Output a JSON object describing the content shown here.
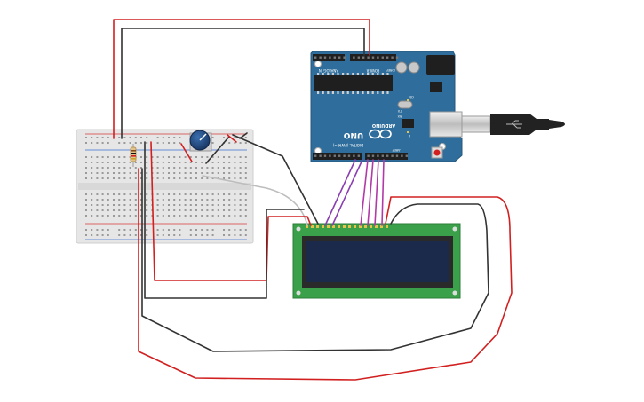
{
  "arduino": {
    "model_label": "UNO",
    "brand_label": "ARDUINO",
    "digital_label": "DIGITAL (PWM ~)",
    "analog_label": "ANALOG IN",
    "power_label": "POWER",
    "ioref_label": "IOREF",
    "tx_label": "TX",
    "rx_label": "RX",
    "l_label": "L",
    "on_label": "ON",
    "aref_label": "AREF"
  },
  "colors": {
    "arduino_board": "#2f6e9c",
    "lcd_board": "#3aa14a",
    "lcd_screen": "#1b2a4a",
    "wire_red": "#d22020",
    "wire_black": "#333333",
    "wire_purple": "#8a3fb0",
    "wire_magenta": "#b23aa8",
    "wire_gray": "#bdbdbd",
    "breadboard": "#e8e8e8",
    "potentiometer_knob": "#234b80",
    "usb_cable": "#222222"
  }
}
